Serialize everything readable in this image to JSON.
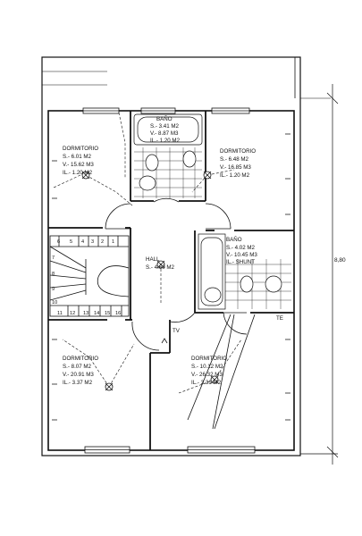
{
  "rooms": {
    "dorm_nw": {
      "name": "DORMITORIO",
      "s": "S.- 6.01 M2",
      "v": "V.- 15.62 M3",
      "il": "IL.- 1.20 M2"
    },
    "bano_top": {
      "name": "BAÑO",
      "s": "S.- 3.41 M2",
      "v": "V.- 8.87 M3",
      "il": "IL.- 1.20 M2"
    },
    "dorm_ne": {
      "name": "DORMITORIO",
      "s": "S.- 6.48 M2",
      "v": "V.- 16.85 M3",
      "il": "IL.- 1.20 M2"
    },
    "bano_mid": {
      "name": "BAÑO",
      "s": "S.- 4.02 M2",
      "v": "V.- 10.45 M3",
      "il": "IL.- SHUNT"
    },
    "hall": {
      "name": "HALL",
      "s": "S.- 4.60 M2"
    },
    "dorm_sw": {
      "name": "DORMITORIO",
      "s": "S.- 8.07 M2",
      "v": "V.- 20.91 M3",
      "il": "IL.- 3.37 M2"
    },
    "dorm_se": {
      "name": "DORMITORIO",
      "s": "S.- 10.12 M2",
      "v": "V.- 26.32 M3",
      "il": "IL.- 3.31 M2"
    }
  },
  "stair_steps": [
    "1",
    "2",
    "3",
    "4",
    "5",
    "6",
    "7",
    "8",
    "9",
    "10",
    "11",
    "12",
    "13",
    "14",
    "15",
    "16"
  ],
  "tv_label": "TV",
  "te_label": "TE",
  "dimension": "8,80"
}
